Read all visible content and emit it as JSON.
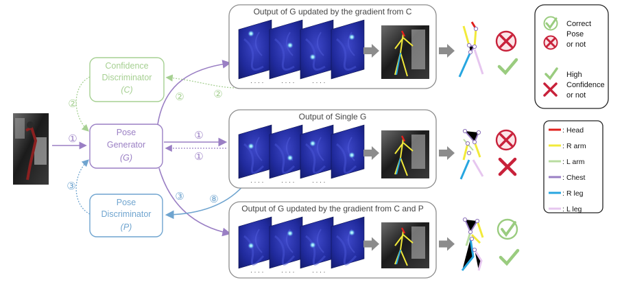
{
  "nodes": {
    "confidence": {
      "line1": "Confidence",
      "line2": "Discriminator",
      "line3": "(C)"
    },
    "generator": {
      "line1": "Pose",
      "line2": "Generator",
      "line3": "(G)"
    },
    "pose_disc": {
      "line1": "Pose",
      "line2": "Discriminator",
      "line3": "(P)"
    }
  },
  "panels": {
    "top": {
      "title": "Output of G updated by the gradient from C"
    },
    "mid": {
      "title": "Output of Single G"
    },
    "bot": {
      "title": "Output of G updated by the gradient from C and P"
    }
  },
  "step_marks": {
    "one": "①",
    "two": "②",
    "three": "③",
    "eight": "⑧"
  },
  "dots": "· · · ·",
  "legend_eval": {
    "check_label_1": "Correct",
    "check_label_2": "Pose",
    "check_label_3": "or not",
    "cross_label_1": "High",
    "cross_label_2": "Confidence",
    "cross_label_3": "or not"
  },
  "legend_parts": [
    {
      "label": "Head",
      "color": "#e0201c"
    },
    {
      "label": "R arm",
      "color": "#f2ea3a"
    },
    {
      "label": "L arm",
      "color": "#b8dca0"
    },
    {
      "label": "Chest",
      "color": "#9a7fc4"
    },
    {
      "label": "R leg",
      "color": "#27a6e0"
    },
    {
      "label": "L leg",
      "color": "#e6c6ef"
    }
  ],
  "colors": {
    "generator": "#9a7fc4",
    "confidence": "#a6d092",
    "pose_disc": "#6fa4cf",
    "panel_border": "#8c8c8c",
    "check": "#9acc7f",
    "cross": "#c8213a"
  }
}
